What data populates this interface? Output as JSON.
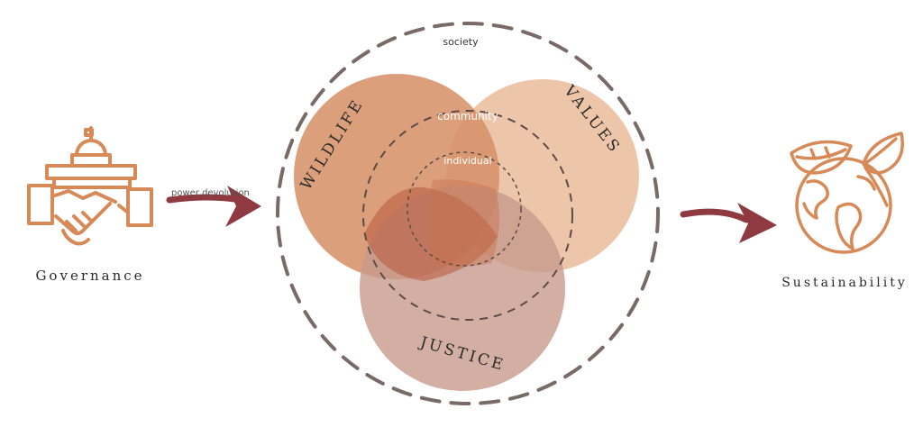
{
  "governance": {
    "label": "Governance"
  },
  "arrow_left": {
    "label": "power devolution"
  },
  "venn": {
    "society": "society",
    "community": "community",
    "individual": "individual",
    "wildlife": "WILDLIFE",
    "values": "VALUES",
    "justice": "JUSTICE"
  },
  "sustainability": {
    "label": "Sustainability"
  },
  "colors": {
    "icon": "#d78a57",
    "arrow": "#8e3a40",
    "wildlife": "#d7926a",
    "values": "#ecc0a2",
    "justice": "#c79a8c",
    "dash": "#7a6a66"
  }
}
